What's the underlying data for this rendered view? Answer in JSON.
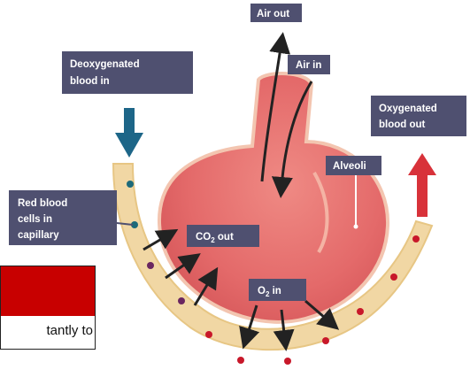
{
  "diagram": {
    "labels": {
      "air_out": "Air out",
      "air_in": "Air in",
      "deoxygenated_line1": "Deoxygenated",
      "deoxygenated_line2": "blood in",
      "oxygenated_line1": "Oxygenated",
      "oxygenated_line2": "blood out",
      "alveoli": "Alveoli",
      "red_blood_line1": "Red blood",
      "red_blood_line2": "cells in",
      "red_blood_line3": "capillary",
      "co2_main": "CO",
      "co2_sub": "2",
      "co2_suffix": " out",
      "o2_main": "O",
      "o2_sub": "2",
      "o2_suffix": " in"
    },
    "colors": {
      "label_bg": "#4f5070",
      "alveolus_fill": "#e46a6a",
      "capillary_fill": "#f1d7a4",
      "blood_cell_red": "#c8182a",
      "blood_cell_purple": "#6a2660",
      "blood_cell_teal": "#1d6a7a",
      "deoxy_arrow": "#1d6688",
      "oxy_arrow": "#d8323a"
    }
  },
  "slide_fragment": {
    "text": "tantly to"
  }
}
